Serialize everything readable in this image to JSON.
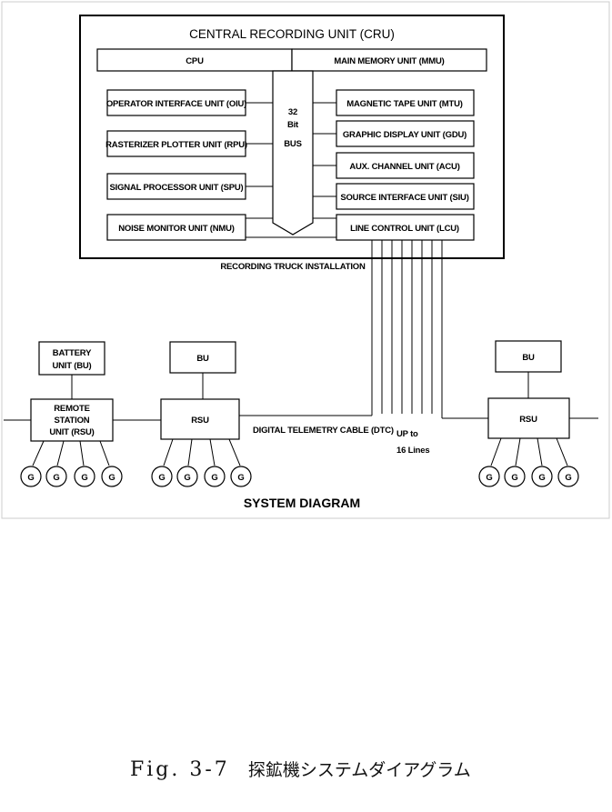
{
  "cru": {
    "title": "CENTRAL RECORDING UNIT (CRU)",
    "cpu": "CPU",
    "mmu": "MAIN MEMORY UNIT (MMU)",
    "bus_lines": [
      "32",
      "Bit",
      "BUS"
    ],
    "left_units": [
      "OPERATOR INTERFACE UNIT (OIU)",
      "RASTERIZER PLOTTER UNIT (RPU)",
      "SIGNAL PROCESSOR UNIT (SPU)",
      "NOISE MONITOR UNIT (NMU)"
    ],
    "right_units": [
      "MAGNETIC TAPE UNIT (MTU)",
      "GRAPHIC DISPLAY UNIT (GDU)",
      "AUX. CHANNEL UNIT (ACU)",
      "SOURCE INTERFACE UNIT (SIU)",
      "LINE CONTROL UNIT (LCU)"
    ],
    "installation_label": "RECORDING TRUCK INSTALLATION"
  },
  "field": {
    "battery_unit": [
      "BATTERY",
      "UNIT (BU)"
    ],
    "remote_station": [
      "REMOTE",
      "STATION",
      "UNIT (RSU)"
    ],
    "bu": "BU",
    "rsu": "RSU",
    "geophone": "G",
    "cable_label": "DIGITAL TELEMETRY CABLE (DTC)",
    "lines_label": [
      "UP to",
      "16 Lines"
    ]
  },
  "diagram_title": "SYSTEM DIAGRAM",
  "caption": {
    "fig": "Fig. 3-7",
    "jp": "探鉱機システムダイアグラム"
  }
}
